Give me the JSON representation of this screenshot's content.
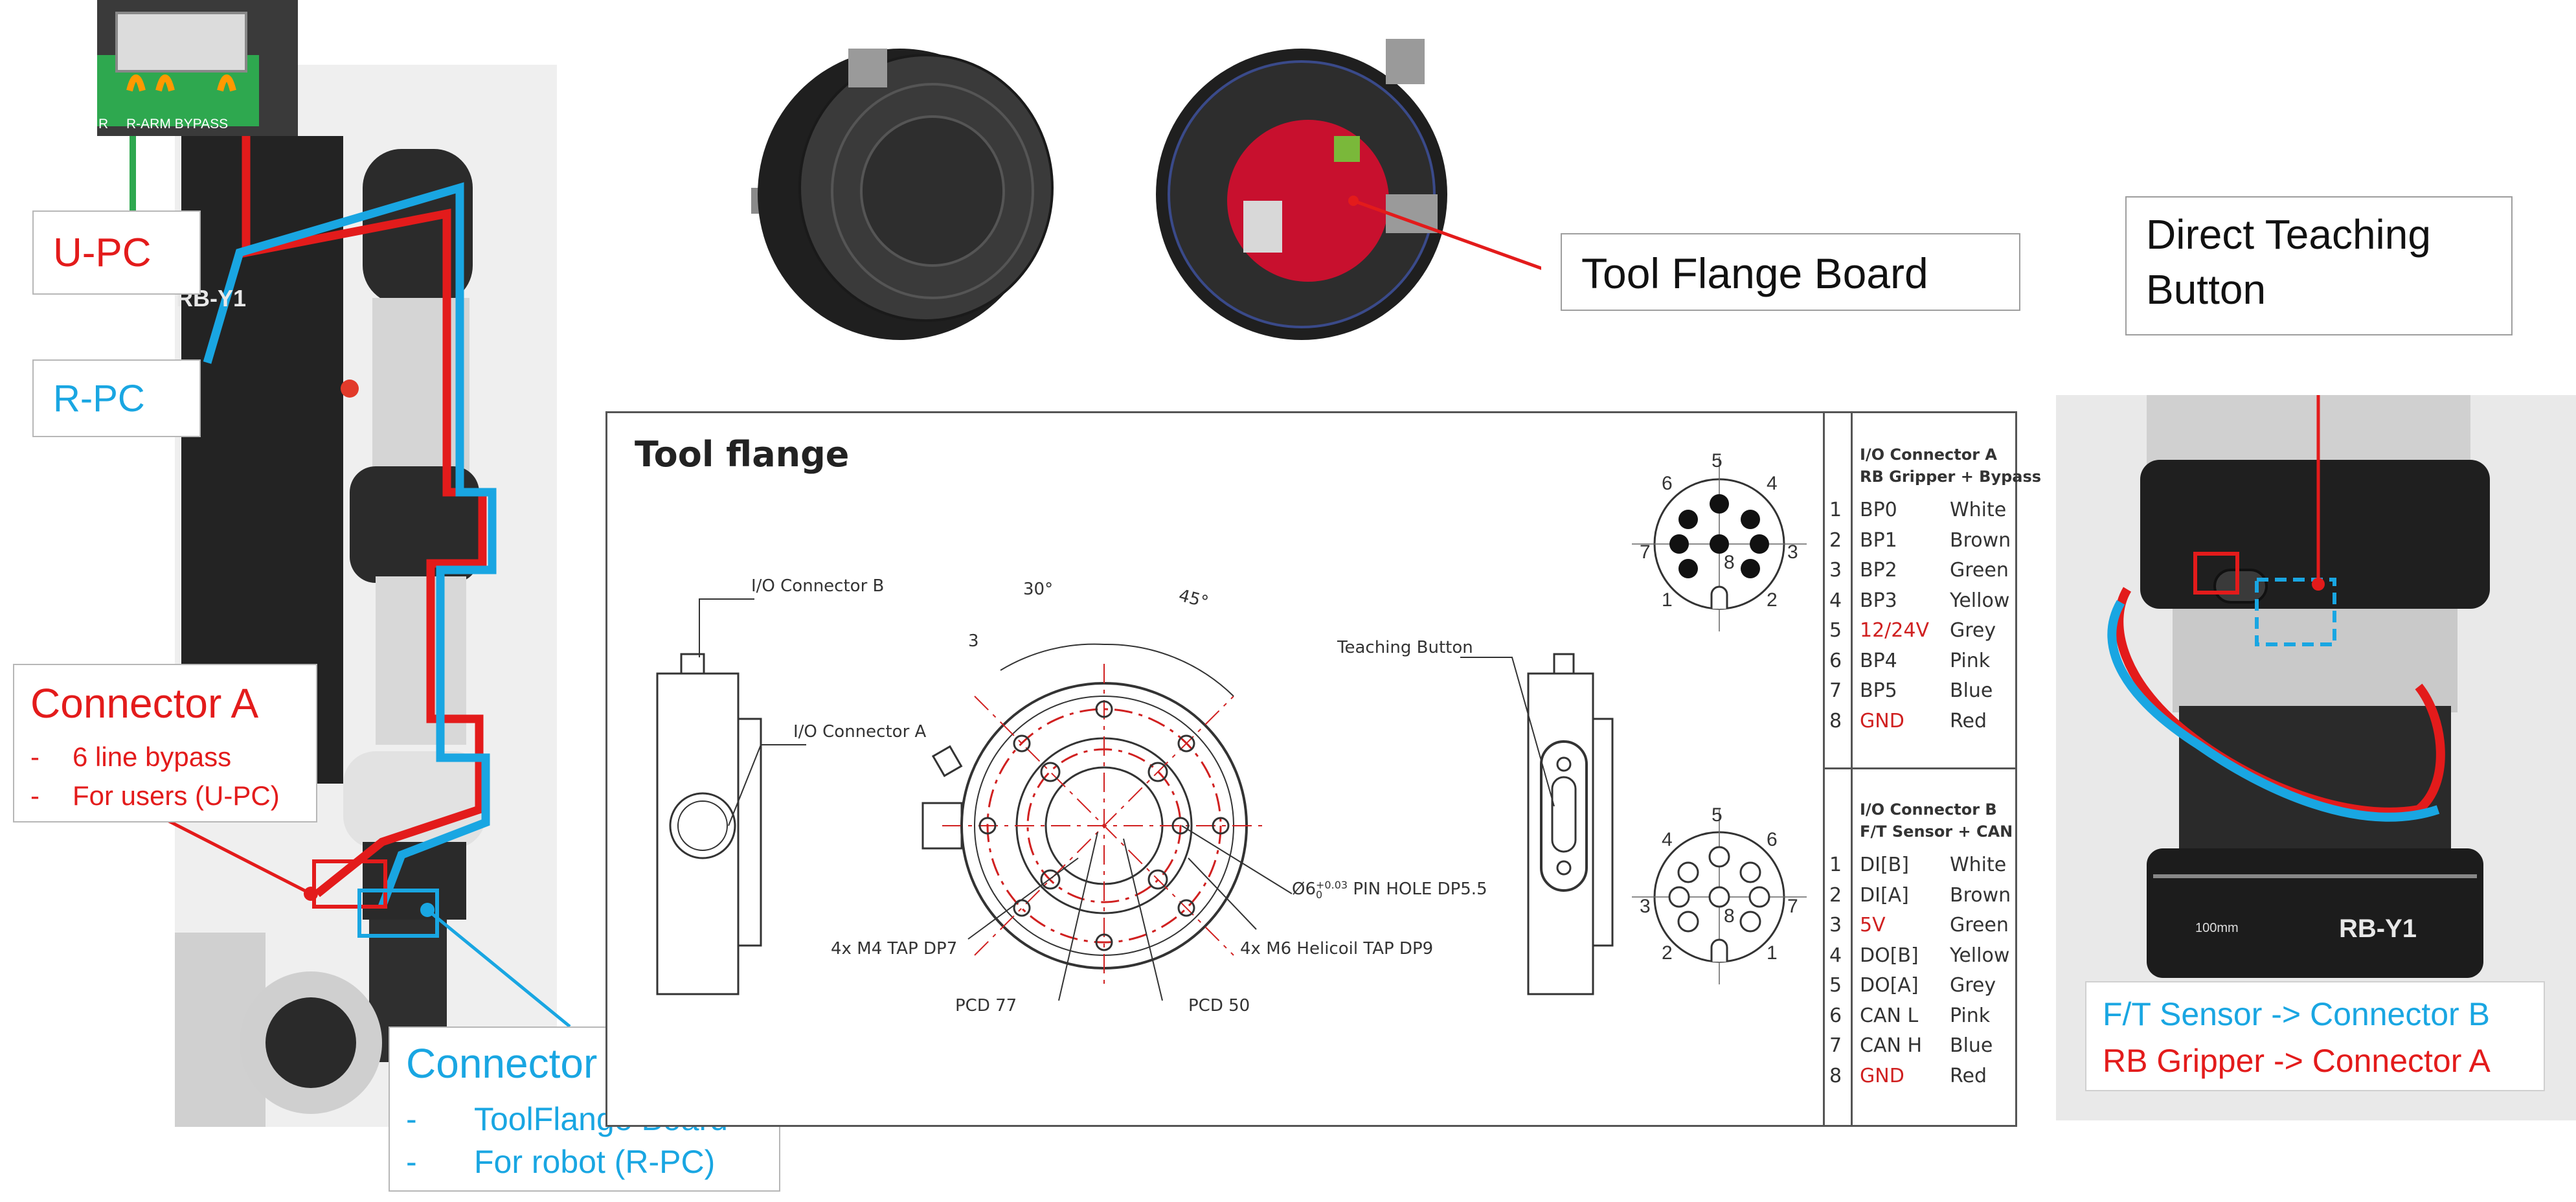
{
  "colors": {
    "red": "#e31b1b",
    "blue": "#19a6e2",
    "dark": "#2f2f2f",
    "flangeRed": "#c8102e"
  },
  "left_photo": {
    "panel_label": "R-ARM BYPASS",
    "side_letter": "R",
    "robot_text": "RB-Y1",
    "callouts": {
      "upc": "U-PC",
      "rpc": "R-PC",
      "connA": {
        "title": "Connector A",
        "lines": [
          "6 line bypass",
          "For users (U-PC)"
        ]
      },
      "connB": {
        "title": "Connector B",
        "lines": [
          "ToolFlange Board",
          "For robot (R-PC)"
        ]
      }
    }
  },
  "top_center": {
    "board_label": "Tool Flange Board"
  },
  "drawing": {
    "title": "Tool flange",
    "labels": {
      "io_b": "I/O Connector B",
      "io_a": "I/O Connector A",
      "teach": "Teaching Button",
      "ang30": "30°",
      "ang45": "45°",
      "dim3": "3",
      "pin_hole": "Ø6",
      "pin_hole_tol": "+0.03",
      "pin_hole_tol0": "0",
      "pin_hole_rest": "PIN HOLE DP5.5",
      "m4": "4x M4 TAP DP7",
      "m6": "4x M6 Helicoil TAP DP9",
      "pcd77": "PCD 77",
      "pcd50": "PCD 50"
    },
    "pinA": {
      "numbers": [
        "5",
        "4",
        "3",
        "2",
        "1",
        "7",
        "6",
        "8"
      ]
    },
    "pinB": {
      "numbers": [
        "5",
        "6",
        "3",
        "1",
        "2",
        "7",
        "4",
        "8"
      ]
    },
    "tableA": {
      "title": "I/O Connector A",
      "subtitle": "RB Gripper + Bypass",
      "rows": [
        {
          "n": "1",
          "sig": "BP0",
          "color": "White",
          "red": false
        },
        {
          "n": "2",
          "sig": "BP1",
          "color": "Brown",
          "red": false
        },
        {
          "n": "3",
          "sig": "BP2",
          "color": "Green",
          "red": false
        },
        {
          "n": "4",
          "sig": "BP3",
          "color": "Yellow",
          "red": false
        },
        {
          "n": "5",
          "sig": "12/24V",
          "color": "Grey",
          "red": true
        },
        {
          "n": "6",
          "sig": "BP4",
          "color": "Pink",
          "red": false
        },
        {
          "n": "7",
          "sig": "BP5",
          "color": "Blue",
          "red": false
        },
        {
          "n": "8",
          "sig": "GND",
          "color": "Red",
          "red": true
        }
      ]
    },
    "tableB": {
      "title": "I/O Connector B",
      "subtitle": "F/T Sensor + CAN",
      "rows": [
        {
          "n": "1",
          "sig": "DI[B]",
          "color": "White",
          "red": false
        },
        {
          "n": "2",
          "sig": "DI[A]",
          "color": "Brown",
          "red": false
        },
        {
          "n": "3",
          "sig": "5V",
          "color": "Green",
          "red": true
        },
        {
          "n": "4",
          "sig": "DO[B]",
          "color": "Yellow",
          "red": false
        },
        {
          "n": "5",
          "sig": "DO[A]",
          "color": "Grey",
          "red": false
        },
        {
          "n": "6",
          "sig": "CAN L",
          "color": "Pink",
          "red": false
        },
        {
          "n": "7",
          "sig": "CAN H",
          "color": "Blue",
          "red": false
        },
        {
          "n": "8",
          "sig": "GND",
          "color": "Red",
          "red": true
        }
      ]
    }
  },
  "right_photo": {
    "teach_label_line1": "Direct Teaching",
    "teach_label_line2": "Button",
    "scale_text": "100mm",
    "robot_text": "RB-Y1",
    "legend_line1": "F/T Sensor -> Connector B",
    "legend_line2": "RB Gripper -> Connector A"
  }
}
